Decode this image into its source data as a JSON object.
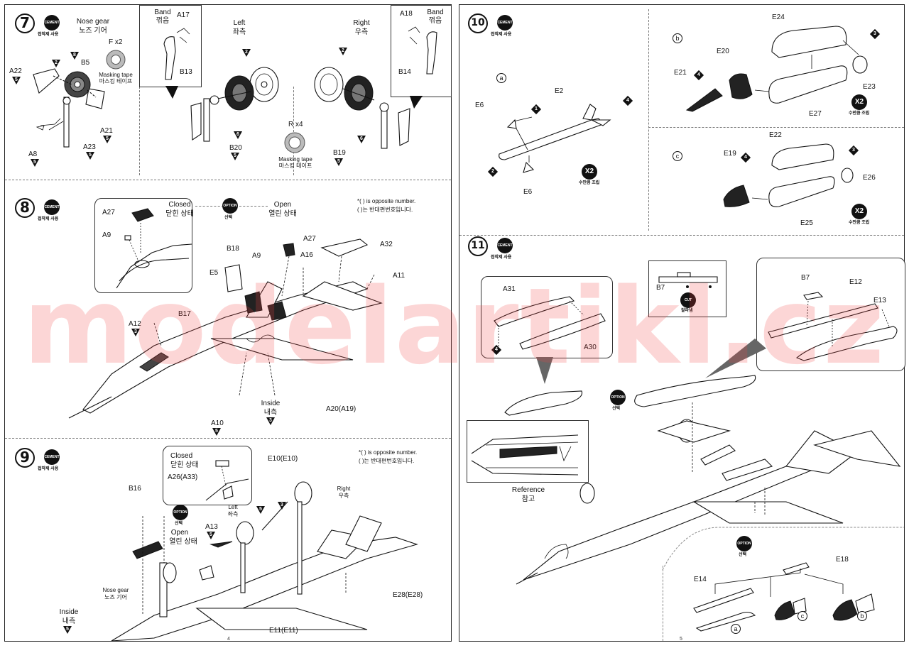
{
  "watermark": "modelartikl.cz",
  "badges": {
    "cement": "CEMENT",
    "cement_ko": "접착제 사용",
    "option": "OPTION",
    "option_ko": "선택",
    "cut": "CUT",
    "cut_ko": "잘라냄",
    "x2": "X2",
    "x2_ko": "수만큼 조립"
  },
  "page_numbers": {
    "left": "4",
    "right": "5"
  },
  "step7": {
    "number": "7",
    "nose_gear": "Nose gear",
    "nose_gear_ko": "노즈 기어",
    "f_x2": "F x2",
    "masking": "Masking tape",
    "masking_ko": "마스킹 테이프",
    "band": "Band",
    "band_ko": "꺾음",
    "left": "Left",
    "left_ko": "좌측",
    "right": "Right",
    "right_ko": "우측",
    "r_x4": "R x4",
    "parts": [
      "A22",
      "B5",
      "A21",
      "A23",
      "A8",
      "A17",
      "B13",
      "B20",
      "A18",
      "B14",
      "B19"
    ],
    "markers": [
      "5",
      "2",
      "8",
      "5",
      "5",
      "5",
      "2",
      "6",
      "5",
      "2",
      "6",
      "5"
    ]
  },
  "step8": {
    "number": "8",
    "closed": "Closed",
    "closed_ko": "닫힌 상태",
    "open": "Open",
    "open_ko": "열린 상태",
    "note": "*(     ) is opposite number.",
    "note_ko": "(     )는 반대편번호입니다.",
    "inside": "Inside",
    "inside_ko": "내측",
    "parts": [
      "A27",
      "A9",
      "A27",
      "A16",
      "A32",
      "B18",
      "A9",
      "E5",
      "A11",
      "B17",
      "A12",
      "A20(A19)",
      "A10"
    ],
    "markers": [
      "3",
      "3",
      "5"
    ]
  },
  "step9": {
    "number": "9",
    "closed": "Closed",
    "closed_ko": "닫힌 상태",
    "open": "Open",
    "open_ko": "열린 상태",
    "note": "*(     ) is opposite number.",
    "note_ko": "(     )는 반대편번호입니다.",
    "nose_gear": "Nose gear",
    "nose_gear_ko": "노즈 기어",
    "left": "Left",
    "left_ko": "좌측",
    "right": "Right",
    "right_ko": "우측",
    "inside": "Inside",
    "inside_ko": "내측",
    "parts": [
      "A26(A33)",
      "E10(E10)",
      "B16",
      "A13",
      "E28(E28)",
      "E11(E11)"
    ],
    "markers": [
      "5",
      "5",
      "3",
      "5"
    ]
  },
  "step10": {
    "number": "10",
    "sub_a": "a",
    "sub_b": "b",
    "sub_c": "c",
    "parts": [
      "E2",
      "E6",
      "E6",
      "E24",
      "E20",
      "E21",
      "E23",
      "E27",
      "E22",
      "E19",
      "E26",
      "E25"
    ],
    "markers": [
      "1",
      "4",
      "2",
      "4",
      "3",
      "4",
      "3"
    ]
  },
  "step11": {
    "number": "11",
    "reference": "Reference",
    "reference_ko": "참고",
    "sub_a": "a",
    "sub_b": "b",
    "sub_c": "c",
    "parts": [
      "A31",
      "A30",
      "B7",
      "B7",
      "E12",
      "E13",
      "E18",
      "E14"
    ],
    "markers": [
      "4"
    ]
  },
  "colors": {
    "ink": "#111111",
    "watermark": "#f04646",
    "badge": "#111111"
  }
}
